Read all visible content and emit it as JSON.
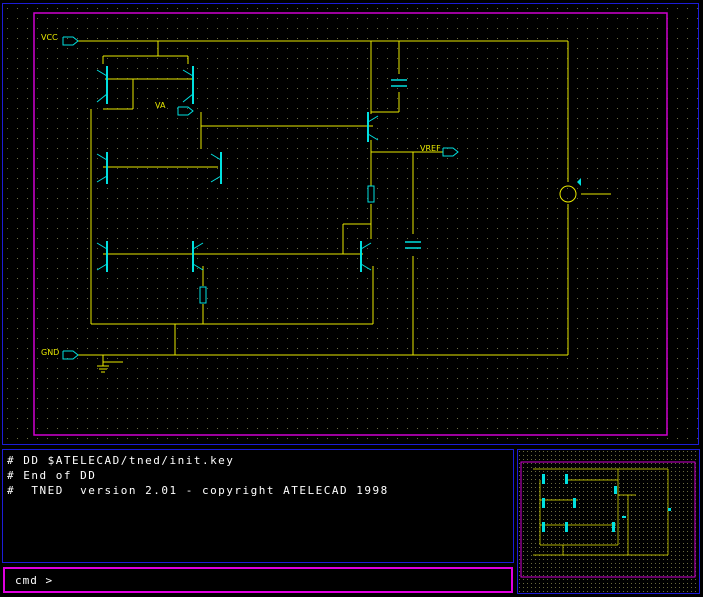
{
  "schematic": {
    "net_labels": {
      "vcc": "VCC",
      "gnd": "GND",
      "va": "VA",
      "vref": "VREF"
    },
    "colors": {
      "wire": "#e8e800",
      "component": "#00e0e0",
      "frame": "#d000d0",
      "grid": "#6a6a40",
      "panel_border": "#1c1cd8"
    }
  },
  "console": {
    "lines": [
      "# DD $ATELECAD/tned/init.key",
      "# End of DD",
      "#  TNED  version 2.01 - copyright ATELECAD 1998"
    ]
  },
  "command": {
    "prompt": "cmd >"
  }
}
